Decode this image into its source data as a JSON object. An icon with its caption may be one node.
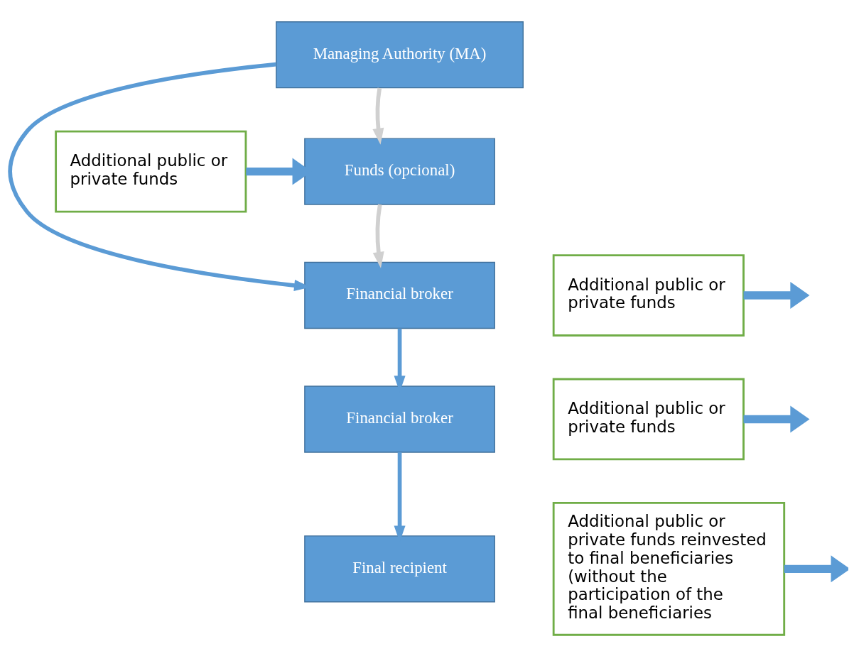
{
  "diagram": {
    "nodes": [
      {
        "text": [
          "Managing Authority (MA)"
        ]
      },
      {
        "text": [
          "Funds (opcional)"
        ]
      },
      {
        "text": [
          "Additional public or private funds"
        ]
      },
      {
        "text": [
          "Financial broker"
        ]
      },
      {
        "text": [
          "Additional public or private funds"
        ]
      },
      {
        "text": [
          "Financial broker"
        ]
      },
      {
        "text": [
          "Additional public or private funds"
        ]
      },
      {
        "text": [
          "Final recipient"
        ]
      },
      {
        "text": [
          "Additional public or private funds reinvested to final beneficiaries (without the participation of the final beneficiaries"
        ]
      }
    ],
    "edges": [
      {
        "from": 0,
        "to": 1,
        "arrow": "to",
        "color": "#d0d0d0"
      },
      {
        "from": 0,
        "to": 3,
        "arrow": "to"
      },
      {
        "from": 2,
        "to": 1,
        "arrow": "to",
        "style": "thick"
      },
      {
        "from": 1,
        "to": 3,
        "arrow": "to",
        "color": "#d0d0d0"
      },
      {
        "from": 4,
        "to": null,
        "arrow": "to",
        "style": "thick"
      },
      {
        "from": 3,
        "to": 5,
        "arrow": "to"
      },
      {
        "from": 6,
        "to": null,
        "arrow": "to",
        "style": "thick"
      },
      {
        "from": 5,
        "to": 7,
        "arrow": "to"
      },
      {
        "from": 8,
        "to": null,
        "arrow": "to",
        "style": "thick"
      }
    ]
  }
}
